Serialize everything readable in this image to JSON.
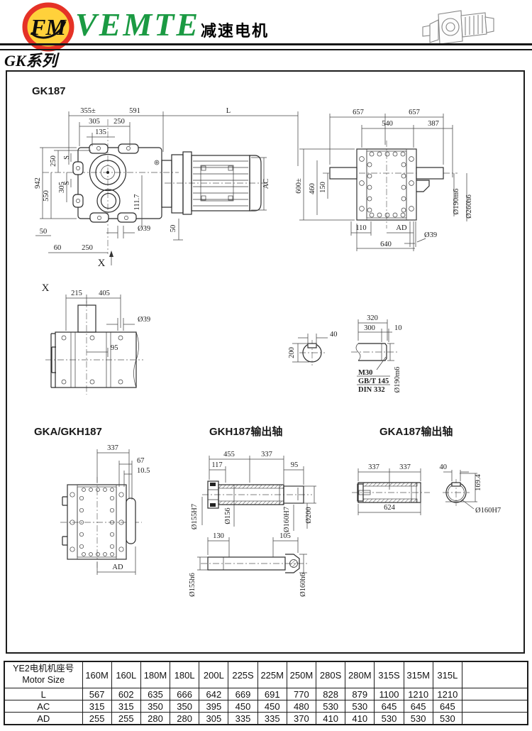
{
  "header": {
    "brand": "VEMTE",
    "monogram": "FM",
    "product": "减速电机",
    "series": "GK系列"
  },
  "views": {
    "front": {
      "title": "GK187",
      "d355": "355±",
      "d591": "591",
      "dL": "L",
      "d305t": "305",
      "d250t": "250",
      "d135": "135",
      "d942": "942",
      "d250": "250",
      "dS1": "S",
      "dS2": "S",
      "d305": "305",
      "d550": "550",
      "d111": "111.7",
      "dAC": "AC",
      "d50a": "50",
      "d60": "60",
      "d250b": "250",
      "dia39": "Ø39",
      "d50b": "50",
      "x": "X"
    },
    "side": {
      "d657a": "657",
      "d657b": "657",
      "d540": "540",
      "d387": "387",
      "d600": "600±",
      "d460": "460",
      "d150": "150",
      "dia190": "Ø190m6",
      "dia260": "Ø260h6",
      "d110": "110",
      "dAD": "AD",
      "d640": "640",
      "dia39": "Ø39"
    },
    "xview": {
      "label": "X",
      "d215": "215",
      "d405": "405",
      "dia39": "Ø39",
      "d95": "95"
    },
    "section": {
      "d200": "200",
      "d40": "40"
    },
    "shaft_detail": {
      "d320": "320",
      "d300": "300",
      "d10": "10",
      "m30": "M30",
      "gbt": "GB/T 145",
      "din": "DIN 332",
      "dia190": "Ø190m6"
    },
    "gka_gkh": {
      "title": "GKA/GKH187",
      "d337": "337",
      "d67": "67",
      "d105": "10.5",
      "dAD": "AD"
    },
    "gkh_shaft": {
      "title": "GKH187输出轴",
      "d455": "455",
      "d337": "337",
      "d117": "117",
      "d95": "95",
      "dia155H7": "Ø155H7",
      "dia156": "Ø156",
      "dia160H7": "Ø160H7",
      "dia200": "Ø200",
      "d130": "130",
      "d105": "105",
      "dia155h6": "Ø155h6",
      "dia160h6": "Ø160h6"
    },
    "gka_shaft": {
      "title": "GKA187输出轴",
      "d337a": "337",
      "d337b": "337",
      "d624": "624",
      "d40": "40",
      "d169": "169.4",
      "dia160H7": "Ø160H7"
    }
  },
  "table": {
    "row_header_line1": "YE2电机机座号",
    "row_header_line2": "Motor Size",
    "columns": [
      "160M",
      "160L",
      "180M",
      "180L",
      "200L",
      "225S",
      "225M",
      "250M",
      "280S",
      "280M",
      "315S",
      "315M",
      "315L"
    ],
    "rows": [
      {
        "label": "L",
        "values": [
          "567",
          "602",
          "635",
          "666",
          "642",
          "669",
          "691",
          "770",
          "828",
          "879",
          "1100",
          "1210",
          "1210"
        ]
      },
      {
        "label": "AC",
        "values": [
          "315",
          "315",
          "350",
          "350",
          "395",
          "450",
          "450",
          "480",
          "530",
          "530",
          "645",
          "645",
          "645"
        ]
      },
      {
        "label": "AD",
        "values": [
          "255",
          "255",
          "280",
          "280",
          "305",
          "335",
          "335",
          "370",
          "410",
          "410",
          "530",
          "530",
          "530"
        ]
      }
    ]
  },
  "colors": {
    "brand_green": "#1b9a43",
    "logo_red": "#e53226",
    "logo_yellow": "#ffd13b",
    "line": "#2b2b2b"
  }
}
